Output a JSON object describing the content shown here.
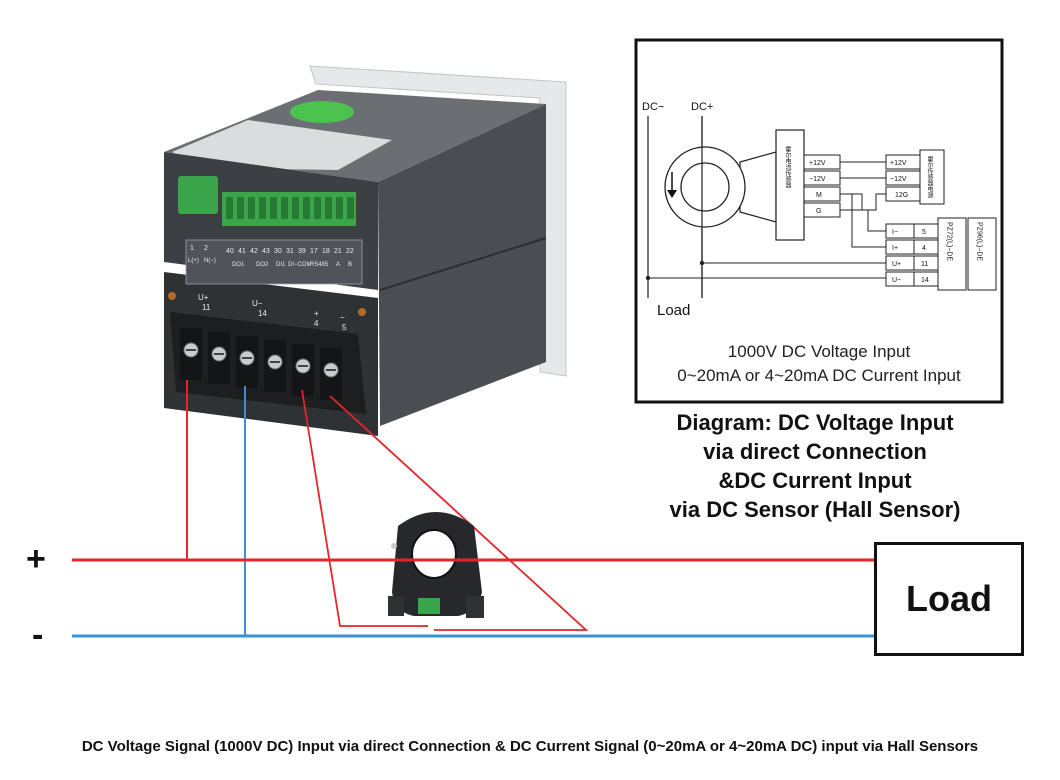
{
  "inset": {
    "dc_minus": "DC−",
    "dc_plus": "DC+",
    "load_label": "Load",
    "sensor_vertical_label": "霍尔电流传感器",
    "sensor_pins": [
      "+12V",
      "−12V",
      "M",
      "G"
    ],
    "supply_pins": [
      "+12V",
      "−12V",
      "12G"
    ],
    "supply_vertical_label": "霍尔传感器电源",
    "meter_rows": [
      {
        "name": "I−",
        "num": "5"
      },
      {
        "name": "I+",
        "num": "4"
      },
      {
        "name": "U+",
        "num": "11"
      },
      {
        "name": "U−",
        "num": "14"
      }
    ],
    "meter_model_a": "PZ72(L)−DE",
    "meter_model_b": "PZ96(L)−DE",
    "caption_line1": "1000V DC Voltage Input",
    "caption_line2": "0~20mA or 4~20mA DC Current Input"
  },
  "diagram_title": {
    "line1": "Diagram: DC Voltage Input",
    "line2": "via direct Connection",
    "line3": "&DC Current Input",
    "line4": "via DC Sensor (Hall Sensor)"
  },
  "meter": {
    "top_terminals": [
      "1",
      "2",
      "40",
      "41",
      "42",
      "43",
      "30",
      "31",
      "39",
      "17",
      "18",
      "21",
      "22"
    ],
    "top_labels": [
      "L(+)",
      "N(−)",
      "DO1",
      "DO2",
      "DI1",
      "DI−COM",
      "RS485",
      "A",
      "B"
    ],
    "bottom_labels": [
      "U+",
      "U−",
      "+",
      "−"
    ],
    "bottom_numbers": [
      "11",
      "14",
      "4",
      "5"
    ]
  },
  "load_box_label": "Load",
  "plus_sign": "+",
  "minus_sign": "-",
  "caption": "DC Voltage Signal (1000V DC) Input via direct Connection & DC Current Signal (0~20mA or 4~20mA DC) input via Hall Sensors",
  "colors": {
    "positive_wire": "#e3262b",
    "negative_wire": "#3a8fd8",
    "meter_body": "#3a3d40",
    "terminal_green": "#3aa54a",
    "label_green": "#4cc24f"
  }
}
